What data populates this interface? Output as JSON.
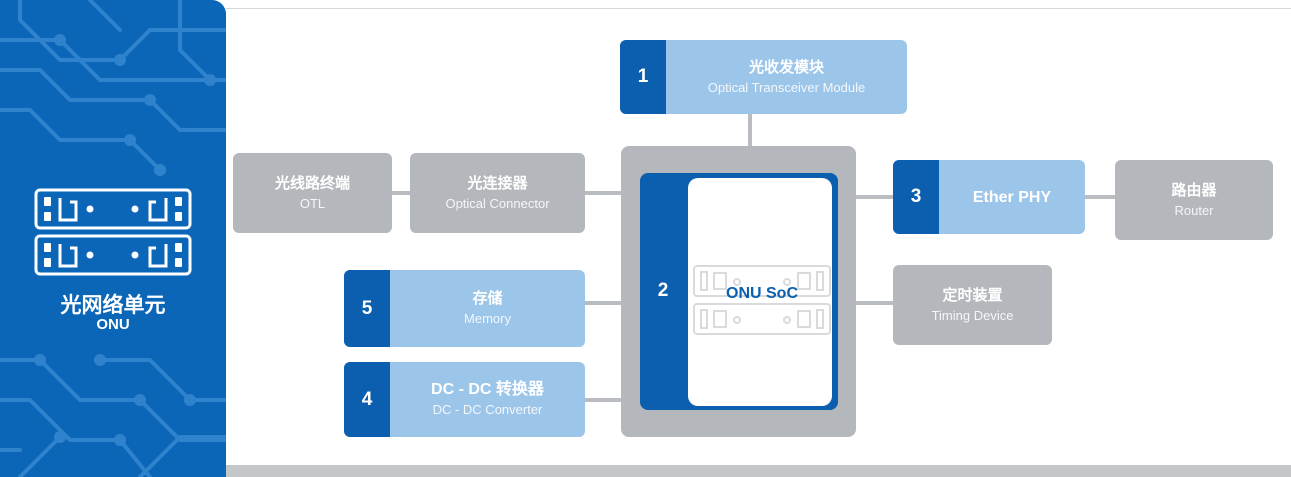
{
  "side_panel": {
    "title": "光网络单元",
    "subtitle": "ONU"
  },
  "blocks": {
    "optical_transceiver": {
      "number": "1",
      "zh": "光收发模块",
      "en": "Optical Transceiver Module"
    },
    "onu_soc": {
      "number": "2",
      "label": "ONU SoC"
    },
    "ether_phy": {
      "number": "3",
      "label": "Ether PHY"
    },
    "dc_dc": {
      "number": "4",
      "zh": "DC - DC 转换器",
      "en": "DC - DC Converter"
    },
    "memory": {
      "number": "5",
      "zh": "存储",
      "en": "Memory"
    },
    "otl": {
      "zh": "光线路终端",
      "en": "OTL"
    },
    "optical_connector": {
      "zh": "光连接器",
      "en": "Optical Connector"
    },
    "router": {
      "zh": "路由器",
      "en": "Router"
    },
    "timing_device": {
      "zh": "定时装置",
      "en": "Timing Device"
    }
  },
  "colors": {
    "brand_blue": "#0b66b8",
    "number_blue": "#0b5fae",
    "light_blue": "#9cc5ea",
    "gray": "#b4b7bb",
    "line_gray": "#b9bcc0"
  }
}
